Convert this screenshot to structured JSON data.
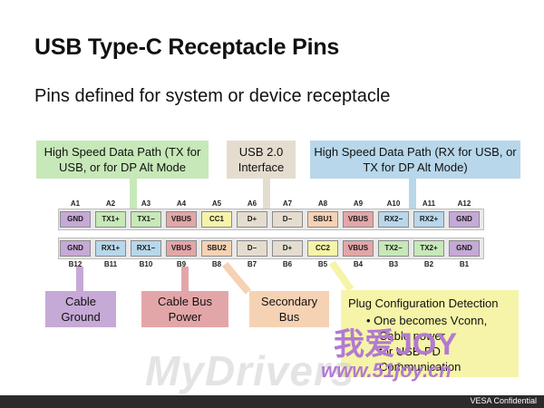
{
  "title": "USB Type-C Receptacle Pins",
  "subtitle": "Pins defined for system or device receptacle",
  "colors": {
    "green": "#c7e8b8",
    "beige": "#e4ddcf",
    "blue": "#b8d7ea",
    "purple": "#c6a9d6",
    "red": "#e3a6a8",
    "orange": "#f6d2b4",
    "yellow": "#f6f4a8",
    "gray": "#cfcfcf"
  },
  "callouts": {
    "tx": "High Speed Data Path (TX for USB, or for DP Alt Mode",
    "usb2": "USB 2.0 Interface",
    "rx": "High Speed Data Path (RX for USB, or TX for DP Alt Mode)",
    "ground": "Cable Ground",
    "power": "Cable Bus Power",
    "sbu": "Secondary Bus",
    "plug_title": "Plug Configuration Detection",
    "plug_bullets": [
      "One becomes Vconn,",
      "Cable power",
      "for USB-PD",
      "Communication"
    ]
  },
  "pins_a": {
    "numbers": [
      "A1",
      "A2",
      "A3",
      "A4",
      "A5",
      "A6",
      "A7",
      "A8",
      "A9",
      "A10",
      "A11",
      "A12"
    ],
    "labels": [
      "GND",
      "TX1+",
      "TX1−",
      "VBUS",
      "CC1",
      "D+",
      "D−",
      "SBU1",
      "VBUS",
      "RX2−",
      "RX2+",
      "GND"
    ],
    "colors": [
      "#c6a9d6",
      "#c7e8b8",
      "#c7e8b8",
      "#e3a6a8",
      "#f6f4a8",
      "#e4ddcf",
      "#e4ddcf",
      "#f6d2b4",
      "#e3a6a8",
      "#b8d7ea",
      "#b8d7ea",
      "#c6a9d6"
    ]
  },
  "pins_b": {
    "numbers": [
      "B12",
      "B11",
      "B10",
      "B9",
      "B8",
      "B7",
      "B6",
      "B5",
      "B4",
      "B3",
      "B2",
      "B1"
    ],
    "labels": [
      "GND",
      "RX1+",
      "RX1−",
      "VBUS",
      "SBU2",
      "D−",
      "D+",
      "CC2",
      "VBUS",
      "TX2−",
      "TX2+",
      "GND"
    ],
    "colors": [
      "#c6a9d6",
      "#b8d7ea",
      "#b8d7ea",
      "#e3a6a8",
      "#f6d2b4",
      "#e4ddcf",
      "#e4ddcf",
      "#f6f4a8",
      "#e3a6a8",
      "#c7e8b8",
      "#c7e8b8",
      "#c6a9d6"
    ]
  },
  "watermark": {
    "brand": "MyDrivers",
    "joy": "我爱JOY",
    "url": "www.51joy.cn"
  },
  "footer": "VESA Confidential"
}
